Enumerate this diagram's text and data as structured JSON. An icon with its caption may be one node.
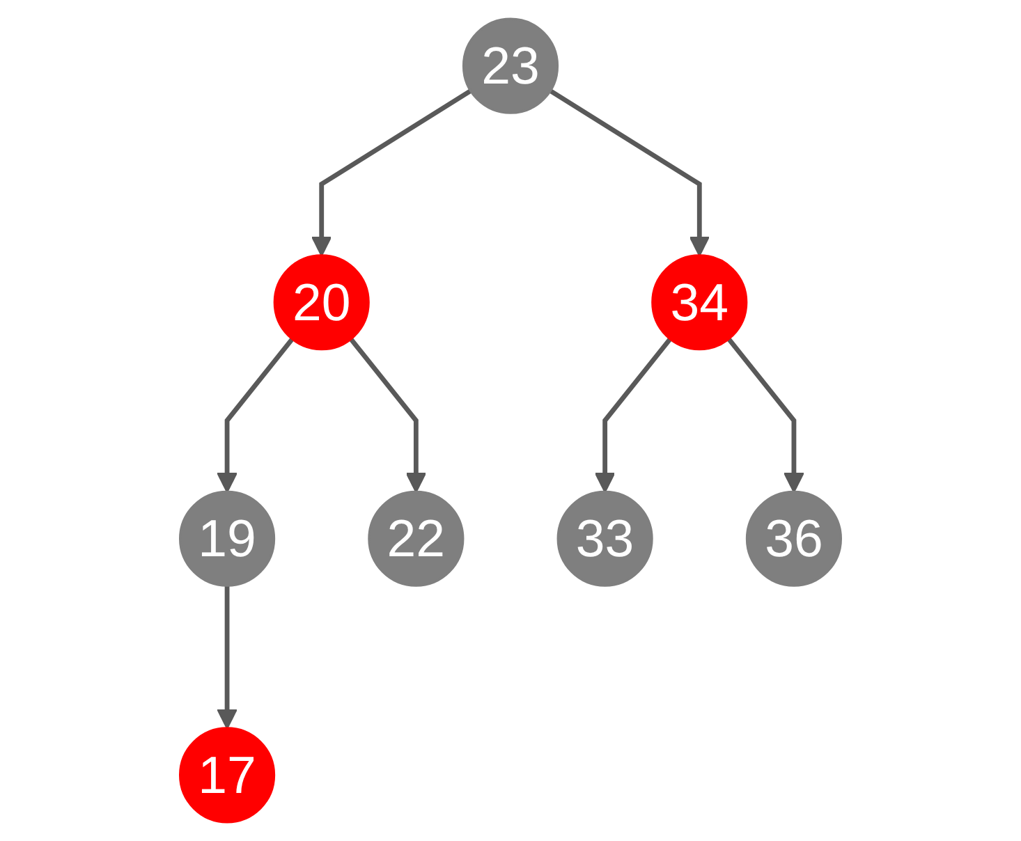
{
  "diagram": {
    "nodes": [
      {
        "text": [
          "23"
        ]
      },
      {
        "text": [
          "20"
        ]
      },
      {
        "text": [
          "34"
        ]
      },
      {
        "text": [
          "19"
        ]
      },
      {
        "text": [
          "22"
        ]
      },
      {
        "text": [
          "33"
        ]
      },
      {
        "text": [
          "36"
        ]
      },
      {
        "text": [
          "17"
        ]
      }
    ],
    "edges": [
      {
        "from": 0,
        "to": 1,
        "arrow": "to"
      },
      {
        "from": 0,
        "to": 2,
        "arrow": "to"
      },
      {
        "from": 1,
        "to": 3,
        "arrow": "to"
      },
      {
        "from": 1,
        "to": 4,
        "arrow": "to"
      },
      {
        "from": 2,
        "to": 5,
        "arrow": "to"
      },
      {
        "from": 2,
        "to": 6,
        "arrow": "to"
      },
      {
        "from": 3,
        "to": 7,
        "arrow": "to"
      }
    ]
  }
}
